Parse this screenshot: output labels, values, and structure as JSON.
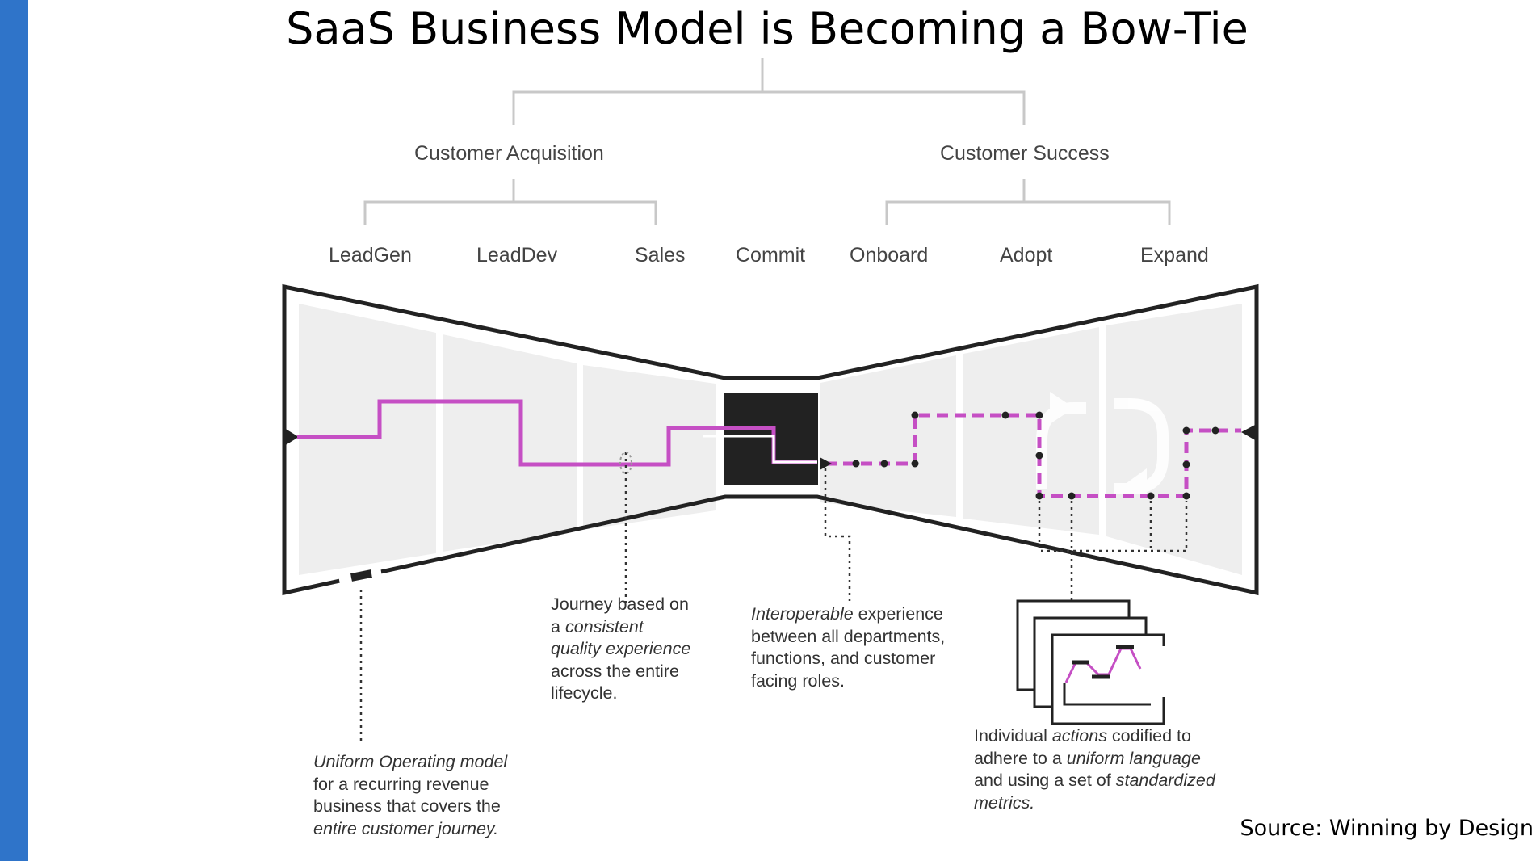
{
  "title": "SaaS Business Model is Becoming a Bow-Tie",
  "groups": {
    "acquisition": "Customer Acquisition",
    "success": "Customer Success"
  },
  "stages": {
    "leadgen": "LeadGen",
    "leaddev": "LeadDev",
    "sales": "Sales",
    "commit": "Commit",
    "onboard": "Onboard",
    "adopt": "Adopt",
    "expand": "Expand"
  },
  "notes": {
    "uniform": {
      "l1a": "Uniform Operating model",
      "l2": "for a recurring revenue",
      "l3": "business that covers the",
      "l4a": "entire customer journey."
    },
    "journey": {
      "l1": "Journey based on",
      "l2a": "a ",
      "l2b": "consistent",
      "l3a": "quality experience",
      "l4": "across the entire",
      "l5": "lifecycle."
    },
    "interop": {
      "l1a": "Interoperable",
      "l1b": " experience",
      "l2": "between all departments,",
      "l3": "functions, and customer",
      "l4": "facing roles."
    },
    "actions": {
      "l1a": "Individual ",
      "l1b": "actions",
      "l1c": " codified to",
      "l2a": "adhere to a ",
      "l2b": "uniform language",
      "l3a": "and using a set of ",
      "l3b": "standardized",
      "l4a": "metrics."
    }
  },
  "source": "Source: Winning by Design",
  "colors": {
    "sidebar": "#2f74c9",
    "path": "#c54fc4",
    "panel": "#eeeeee",
    "outline": "#222222",
    "tree": "#c8c8c8"
  }
}
